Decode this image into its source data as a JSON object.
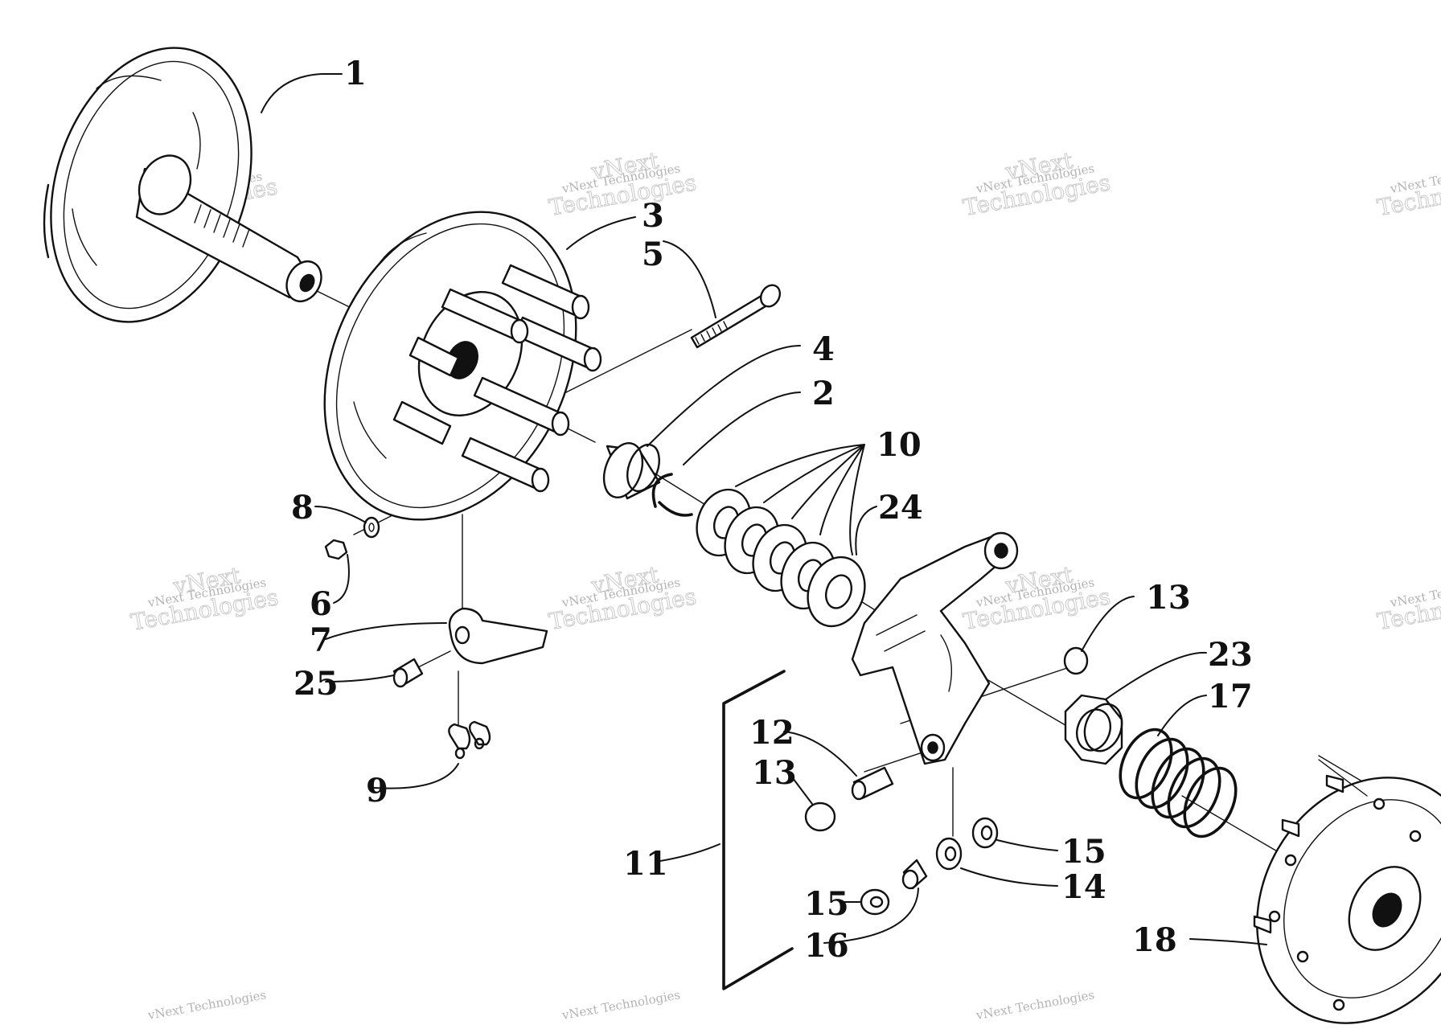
{
  "watermark": {
    "line1": "vNext Technologies",
    "line2": "Technologies",
    "line3": "vNext"
  },
  "callouts": [
    {
      "id": "c1",
      "label": "1"
    },
    {
      "id": "c3",
      "label": "3"
    },
    {
      "id": "c5",
      "label": "5"
    },
    {
      "id": "c4",
      "label": "4"
    },
    {
      "id": "c2",
      "label": "2"
    },
    {
      "id": "c10",
      "label": "10"
    },
    {
      "id": "c24",
      "label": "24"
    },
    {
      "id": "c8",
      "label": "8"
    },
    {
      "id": "c6",
      "label": "6"
    },
    {
      "id": "c7",
      "label": "7"
    },
    {
      "id": "c25",
      "label": "25"
    },
    {
      "id": "c9",
      "label": "9"
    },
    {
      "id": "c13a",
      "label": "13"
    },
    {
      "id": "c23",
      "label": "23"
    },
    {
      "id": "c17",
      "label": "17"
    },
    {
      "id": "c12",
      "label": "12"
    },
    {
      "id": "c13b",
      "label": "13"
    },
    {
      "id": "c11",
      "label": "11"
    },
    {
      "id": "c15a",
      "label": "15"
    },
    {
      "id": "c14",
      "label": "14"
    },
    {
      "id": "c15b",
      "label": "15"
    },
    {
      "id": "c16",
      "label": "16"
    },
    {
      "id": "c18",
      "label": "18"
    }
  ]
}
